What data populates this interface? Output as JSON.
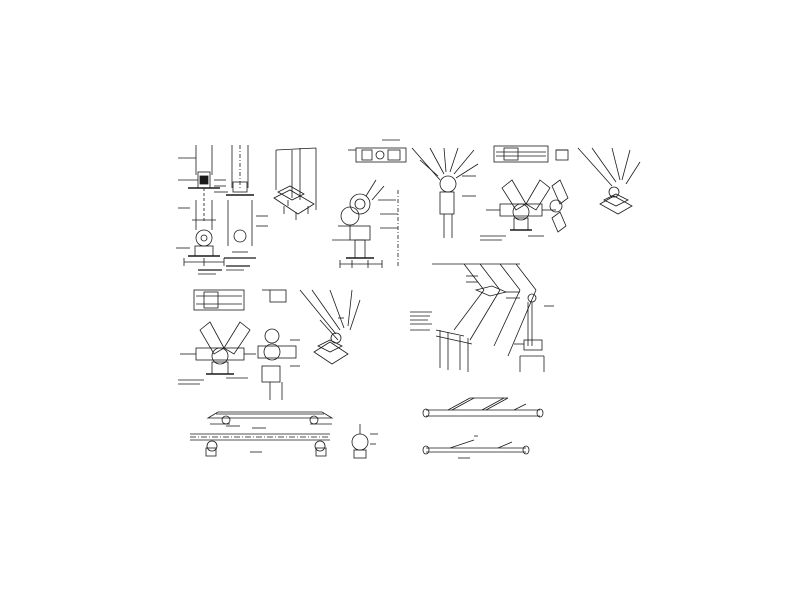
{
  "drawing": {
    "type": "steel-connection-detail-sheet",
    "line_color": "#1a1a1a",
    "background": "#ffffff",
    "panels": [
      {
        "id": "column-base-bolt-pattern-detail"
      },
      {
        "id": "column-base-plate-section"
      },
      {
        "id": "column-base-isometric"
      },
      {
        "id": "tree-node-elevation"
      },
      {
        "id": "tree-node-plan-view"
      },
      {
        "id": "tree-branch-perspective"
      },
      {
        "id": "y-branch-node-elevation"
      },
      {
        "id": "y-branch-isometric"
      },
      {
        "id": "branch-node-elevation-lower"
      },
      {
        "id": "branch-node-side-section"
      },
      {
        "id": "branch-node-isometric-lower"
      },
      {
        "id": "roof-edge-beam-perspective"
      },
      {
        "id": "vertical-post-elevation"
      },
      {
        "id": "horizontal-beam-plan"
      },
      {
        "id": "horizontal-beam-elevation"
      },
      {
        "id": "pipe-end-section"
      },
      {
        "id": "truss-ladder-perspective"
      },
      {
        "id": "truss-ladder-elevation"
      }
    ]
  }
}
